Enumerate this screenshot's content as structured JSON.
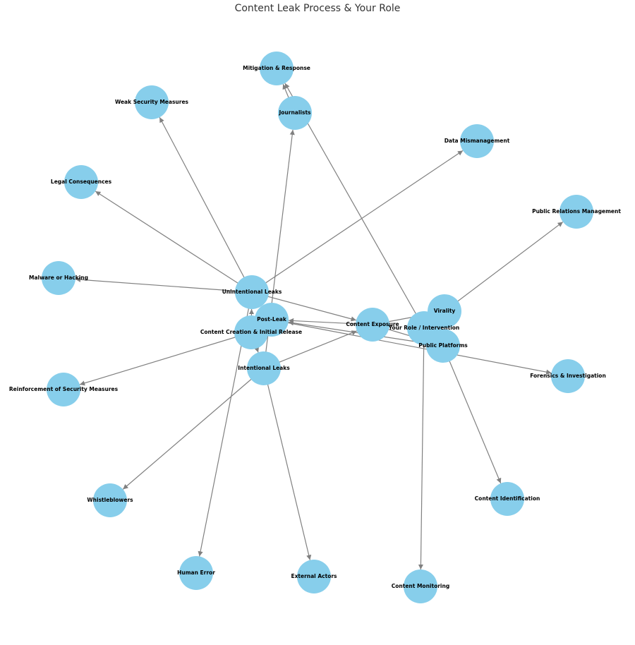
{
  "title": "Content Leak Process & Your Role",
  "node_color": "#87ceeb",
  "edge_color": "#808080",
  "nodes": [
    {
      "id": "mitigation",
      "label": "Mitigation & Response"
    },
    {
      "id": "journalists",
      "label": "Journalists"
    },
    {
      "id": "weak",
      "label": "Weak Security Measures"
    },
    {
      "id": "datamis",
      "label": "Data Mismanagement"
    },
    {
      "id": "legal",
      "label": "Legal Consequences"
    },
    {
      "id": "pr",
      "label": "Public Relations Management"
    },
    {
      "id": "malware",
      "label": "Malware or Hacking"
    },
    {
      "id": "unintentional",
      "label": "Unintentional Leaks"
    },
    {
      "id": "postleak",
      "label": "Post-Leak"
    },
    {
      "id": "creation",
      "label": "Content Creation & Initial Release"
    },
    {
      "id": "exposure",
      "label": "Content Exposure"
    },
    {
      "id": "virality",
      "label": "Virality"
    },
    {
      "id": "role",
      "label": "Your Role / Intervention"
    },
    {
      "id": "platforms",
      "label": "Public Platforms"
    },
    {
      "id": "intentional",
      "label": "Intentional Leaks"
    },
    {
      "id": "forensics",
      "label": "Forensics & Investigation"
    },
    {
      "id": "reinforce",
      "label": "Reinforcement of Security Measures"
    },
    {
      "id": "whistle",
      "label": "Whistleblowers"
    },
    {
      "id": "identification",
      "label": "Content Identification"
    },
    {
      "id": "human",
      "label": "Human Error"
    },
    {
      "id": "external",
      "label": "External Actors"
    },
    {
      "id": "monitoring",
      "label": "Content Monitoring"
    }
  ],
  "edges": [
    [
      "creation",
      "unintentional"
    ],
    [
      "creation",
      "intentional"
    ],
    [
      "unintentional",
      "weak"
    ],
    [
      "unintentional",
      "legal"
    ],
    [
      "unintentional",
      "human"
    ],
    [
      "unintentional",
      "datamis"
    ],
    [
      "unintentional",
      "malware"
    ],
    [
      "unintentional",
      "exposure"
    ],
    [
      "intentional",
      "whistle"
    ],
    [
      "intentional",
      "external"
    ],
    [
      "intentional",
      "exposure"
    ],
    [
      "intentional",
      "journalists"
    ],
    [
      "exposure",
      "postleak"
    ],
    [
      "platforms",
      "postleak"
    ],
    [
      "postleak",
      "forensics"
    ],
    [
      "postleak",
      "creation"
    ],
    [
      "creation",
      "reinforce"
    ],
    [
      "exposure",
      "virality"
    ],
    [
      "exposure",
      "platforms"
    ],
    [
      "role",
      "mitigation"
    ],
    [
      "journalists",
      "mitigation"
    ],
    [
      "virality",
      "pr"
    ],
    [
      "role",
      "monitoring"
    ],
    [
      "platforms",
      "identification"
    ]
  ]
}
